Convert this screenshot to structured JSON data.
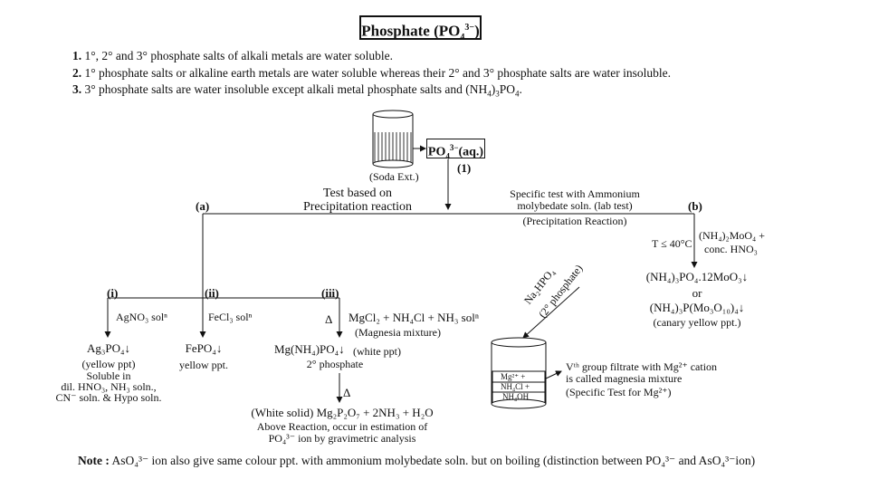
{
  "title": {
    "main": "Phosphate (PO",
    "sub": "4",
    "sup": "3−",
    "close": ")"
  },
  "rules": [
    {
      "num": "1.",
      "text": "1°, 2° and 3° phosphate salts of alkali metals are water soluble."
    },
    {
      "num": "2.",
      "text": "1° phosphate salts or alkaline earth metals are water soluble whereas their 2° and 3° phosphate salts are water insoluble."
    },
    {
      "num": "3.",
      "text_a": "3° phosphate salts are water insoluble except alkali metal phosphate salts and (NH",
      "sub1": "4",
      "text_b": ")",
      "sub2": "3",
      "text_c": "PO",
      "sub3": "4",
      "text_d": "."
    }
  ],
  "source": {
    "beaker_label": "(Soda Ext.)",
    "ion": "PO",
    "ion_sub": "4",
    "ion_sup": "3−",
    "ion_rest": "(aq.)",
    "step": "(1)"
  },
  "branch_a": {
    "label": "(a)",
    "heading_1": "Test based on",
    "heading_2": "Precipitation reaction"
  },
  "branch_b": {
    "label": "(b)",
    "heading_1": "Specific test with Ammonium",
    "heading_2": "molybedate soln. (lab test)",
    "heading_3": "(Precipitation Reaction)",
    "condition": "T ≤ 40°C",
    "reagent_1": "(NH₄)₂MoO₄ +",
    "reagent_2": "conc. HNO₃",
    "product_1": "(NH₄)₃PO₄.12MoO₃↓",
    "or": "or",
    "product_2": "(NH₄)₃P(Mo₃O₁₀)₄↓",
    "note": "(canary yellow ppt.)"
  },
  "sub_i": {
    "label": "(i)",
    "reagent": "AgNO₃ solⁿ",
    "product": "Ag₃PO₄↓",
    "color": "(yellow ppt)",
    "sol_1": "Soluble in",
    "sol_2": "dil. HNO₃, NH₃ soln.,",
    "sol_3": "CN⁻ soln. & Hypo soln."
  },
  "sub_ii": {
    "label": "(ii)",
    "reagent": "FeCl₃ solⁿ",
    "product": "FePO₄↓",
    "color": "yellow ppt."
  },
  "sub_iii": {
    "label": "(iii)",
    "delta": "Δ",
    "reagent": "MgCl₂ + NH₄Cl + NH₃ solⁿ",
    "reagent_note": "(Magnesia mixture)",
    "product": "Mg(NH₄)PO₄↓",
    "product_note": "(white ppt)",
    "product_sub": "2° phosphate",
    "delta2": "Δ",
    "final": "(White solid) Mg₂P₂O₇ + 2NH₃ + H₂O",
    "final_note_1": "Above Reaction, occur in estimation of",
    "final_note_2": "PO₄³⁻ ion by gravimetric analysis"
  },
  "magnesia": {
    "arrow_1": "Na₂HPO₄",
    "arrow_2": "(2° phosphate)",
    "layer_1": "Mg²⁺ +",
    "layer_2": "NH₄Cl +",
    "layer_3": "NH₄OH",
    "desc_1": "Vᵗʰ group filtrate with Mg²⁺ cation",
    "desc_2": "is called magnesia mixture",
    "desc_3": "(Specific Test for Mg²⁺)"
  },
  "note": {
    "label": "Note :",
    "text": "AsO₄³⁻ ion also give same colour ppt. with ammonium molybedate soln. but on boiling (distinction between PO₄³⁻ and AsO₄³⁻ion)"
  }
}
